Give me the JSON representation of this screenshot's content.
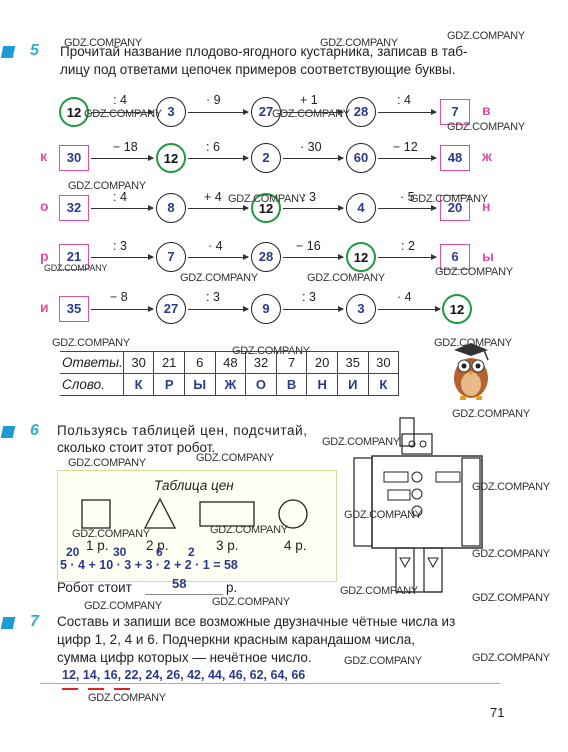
{
  "watermark": "GDZ.COMPANY",
  "task5": {
    "number": "5",
    "line1": "Прочитай название плодово-ягодного кустарника, записав в таб-",
    "line2": "лицу под ответами цепочек примеров соответствующие буквы.",
    "chains": [
      {
        "letter": "",
        "start": "12",
        "ops": [
          ": 4",
          "· 9",
          "+ 1",
          ": 4"
        ],
        "values": [
          "3",
          "27",
          "28",
          "7"
        ],
        "end_letter": "в"
      },
      {
        "letter": "к",
        "start": "30",
        "ops": [
          "− 18",
          ": 6",
          "· 30",
          "− 12"
        ],
        "values": [
          "12",
          "2",
          "60",
          "48"
        ],
        "end_letter": "ж"
      },
      {
        "letter": "о",
        "start": "32",
        "ops": [
          ": 4",
          "+ 4",
          ": 3",
          "· 5"
        ],
        "values": [
          "8",
          "12",
          "4",
          "20"
        ],
        "end_letter": "н"
      },
      {
        "letter": "р",
        "start": "21",
        "ops": [
          ": 3",
          "· 4",
          "− 16",
          ": 2"
        ],
        "values": [
          "7",
          "28",
          "12",
          "6"
        ],
        "end_letter": "ы"
      },
      {
        "letter": "и",
        "start": "35",
        "ops": [
          "− 8",
          ": 3",
          ": 3",
          "· 4"
        ],
        "values": [
          "27",
          "9",
          "3",
          "12"
        ],
        "end_letter": ""
      }
    ],
    "answers_label": "Ответы.",
    "word_label": "Слово.",
    "answers": [
      "30",
      "21",
      "6",
      "48",
      "32",
      "7",
      "20",
      "35",
      "30"
    ],
    "word": [
      "К",
      "Р",
      "Ы",
      "Ж",
      "О",
      "В",
      "Н",
      "И",
      "К"
    ]
  },
  "task6": {
    "number": "6",
    "line1": "Пользуясь таблицей цен, подсчитай,",
    "line2": "сколько стоит этот робот.",
    "table_title": "Таблица цен",
    "prices": [
      "1 р.",
      "2 р.",
      "3 р.",
      "4 р."
    ],
    "sub_numbers": [
      "20",
      "30",
      "6",
      "2"
    ],
    "calculation": "5 · 4 + 10 · 3 + 3 · 2 + 2 · 1 = 58",
    "result_label": "Робот стоит",
    "result_value": "58",
    "result_unit": "р."
  },
  "task7": {
    "number": "7",
    "line1": "Составь и запиши все возможные двузначные чётные числа из",
    "line2": "цифр 1, 2, 4 и 6. Подчеркни красным карандашом числа,",
    "line3": "сумма цифр которых — нечётное число.",
    "answer": "12, 14, 16, 22, 24, 26, 42, 44, 46, 62, 64, 66"
  },
  "page_number": "71"
}
